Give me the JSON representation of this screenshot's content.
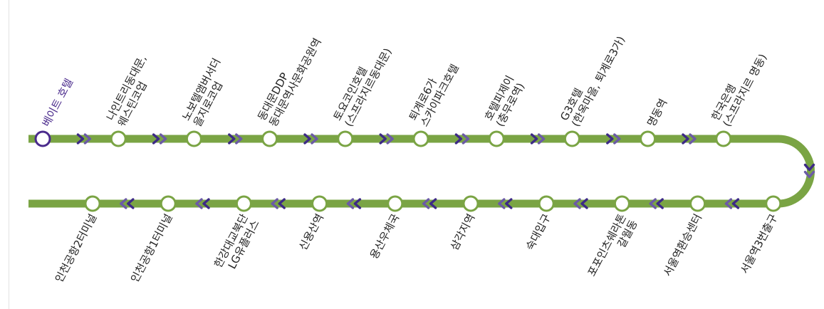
{
  "colors": {
    "line": "#7aa444",
    "stop_fill": "#ffffff",
    "current_stop": "#4a2a8c",
    "arrow_primary": "#3d2a86",
    "arrow_secondary": "#6b5aa6",
    "text": "#222222",
    "current_text": "#4a2a8c"
  },
  "current_stop_index": 0,
  "stops_top": [
    {
      "lines": [
        "베이트 호텔"
      ],
      "current": true
    },
    {
      "lines": [
        "나인트리동대문,",
        "웨스틴코업"
      ]
    },
    {
      "lines": [
        "노보텔앰버서더",
        "을지로코업"
      ]
    },
    {
      "lines": [
        "동대문DDP",
        "동대문역사문화공원역"
      ]
    },
    {
      "lines": [
        "토요코인호텔",
        "(스프라지르동대문)"
      ]
    },
    {
      "lines": [
        "퇴계로6가",
        "스카이파크호텔"
      ]
    },
    {
      "lines": [
        "호텔피제이",
        "(충무로역)"
      ]
    },
    {
      "lines": [
        "G3호텔",
        "(한옥마을, 퇴계로3가)"
      ]
    },
    {
      "lines": [
        "명동역"
      ]
    },
    {
      "lines": [
        "한국은행",
        "(스프라지르 명동)"
      ]
    }
  ],
  "stops_bottom": [
    {
      "lines": [
        "인천공항2터미널"
      ]
    },
    {
      "lines": [
        "인천공항1터미널"
      ]
    },
    {
      "lines": [
        "한강대교북단",
        "LG유플러스"
      ]
    },
    {
      "lines": [
        "신용산역"
      ]
    },
    {
      "lines": [
        "용산우체국"
      ]
    },
    {
      "lines": [
        "삼각지역"
      ]
    },
    {
      "lines": [
        "숙대입구"
      ]
    },
    {
      "lines": [
        "포포인츠쉐라톤",
        "갈월동"
      ]
    },
    {
      "lines": [
        "서울역환승센터"
      ]
    },
    {
      "lines": [
        "서울역3번출구"
      ]
    }
  ],
  "icons": {
    "forward_arrow": "double-chevron-right-icon",
    "backward_arrow": "double-chevron-left-icon",
    "turn_arrow": "double-chevron-down-icon"
  }
}
